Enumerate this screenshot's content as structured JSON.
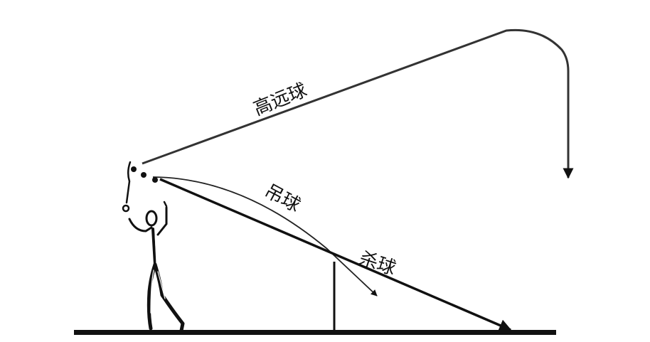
{
  "diagram": {
    "type": "badminton-shot-trajectories",
    "colors": {
      "background": "#ffffff",
      "line": "#111111",
      "arc": "#333333"
    },
    "labels": {
      "clear": "高远球",
      "drop": "吊球",
      "smash": "杀球"
    },
    "trajectories": [
      {
        "name": "clear",
        "label": "高远球",
        "description": "high arc to back, then straight down"
      },
      {
        "name": "drop",
        "label": "吊球",
        "description": "gentle arc just over the net"
      },
      {
        "name": "smash",
        "label": "杀球",
        "description": "steep straight line down to the floor"
      }
    ],
    "elements": [
      "player-stick-figure",
      "shuttle-contact-points",
      "net-post",
      "ground-line"
    ]
  }
}
